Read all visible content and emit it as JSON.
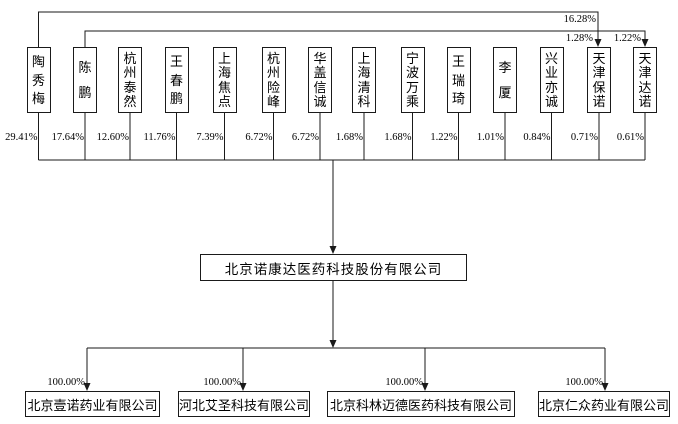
{
  "company": {
    "name": "北京诺康达医药科技股份有限公司"
  },
  "shareholders": [
    {
      "name": "陶秀梅",
      "percent": "29.41%"
    },
    {
      "name": "陈鹏",
      "percent": "17.64%"
    },
    {
      "name": "杭州泰然",
      "percent": "12.60%"
    },
    {
      "name": "王春鹏",
      "percent": "11.76%"
    },
    {
      "name": "上海焦点",
      "percent": "7.39%"
    },
    {
      "name": "杭州险峰",
      "percent": "6.72%"
    },
    {
      "name": "华盖信诚",
      "percent": "6.72%"
    },
    {
      "name": "上海清科",
      "percent": "1.68%"
    },
    {
      "name": "宁波万乘",
      "percent": "1.68%"
    },
    {
      "name": "王瑞琦",
      "percent": "1.22%"
    },
    {
      "name": "李厦",
      "percent": "1.01%"
    },
    {
      "name": "兴业亦诚",
      "percent": "0.84%"
    },
    {
      "name": "天津保诺",
      "percent": "0.71%"
    },
    {
      "name": "天津达诺",
      "percent": "0.61%"
    }
  ],
  "indirect_links": [
    {
      "from": "陶秀梅",
      "to": "天津保诺",
      "percent": "16.28%"
    },
    {
      "from": "陈鹏",
      "to": "天津保诺",
      "percent": "1.28%"
    },
    {
      "from": "陈鹏",
      "to": "天津达诺",
      "percent": "1.22%"
    }
  ],
  "subsidiaries": [
    {
      "name": "北京壹诺药业有限公司",
      "percent": "100.00%"
    },
    {
      "name": "河北艾圣科技有限公司",
      "percent": "100.00%"
    },
    {
      "name": "北京科林迈德医药科技有限公司",
      "percent": "100.00%"
    },
    {
      "name": "北京仁众药业有限公司",
      "percent": "100.00%"
    }
  ],
  "colors": {
    "line": "#1a1a1a",
    "border": "#1a1a1a",
    "background": "#ffffff",
    "text": "#000000"
  }
}
